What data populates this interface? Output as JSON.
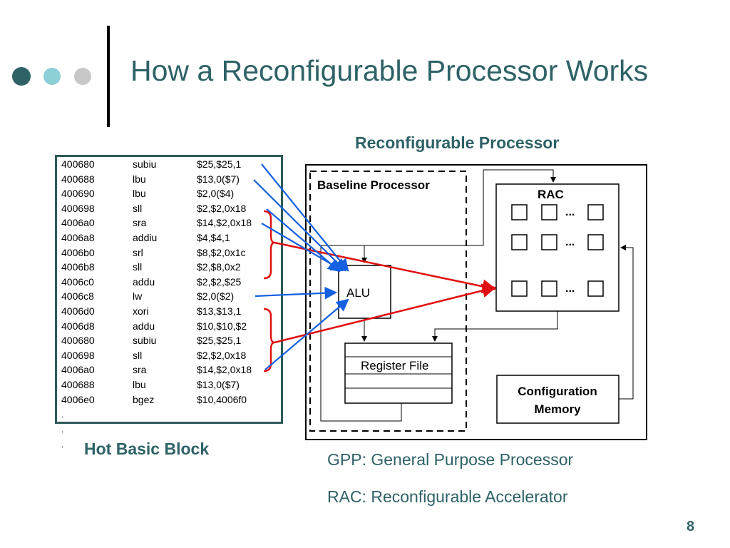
{
  "slide": {
    "title": "How a Reconfigurable Processor Works",
    "page_number": "8"
  },
  "bullets": {
    "colors": [
      "#2e6267",
      "#8ccfd4",
      "#c8c8c8"
    ]
  },
  "colors": {
    "accent_teal": "#2e6267",
    "arrow_blue": "#1560e0",
    "arrow_red": "#e01010"
  },
  "code": {
    "lines": [
      {
        "addr": "400680",
        "op": "subiu",
        "args": "$25,$25,1"
      },
      {
        "addr": "400688",
        "op": "lbu",
        "args": "$13,0($7)"
      },
      {
        "addr": "400690",
        "op": "lbu",
        "args": "$2,0($4)"
      },
      {
        "addr": "400698",
        "op": "sll",
        "args": "$2,$2,0x18"
      },
      {
        "addr": "4006a0",
        "op": "sra",
        "args": "$14,$2,0x18"
      },
      {
        "addr": "4006a8",
        "op": "addiu",
        "args": "$4,$4,1"
      },
      {
        "addr": "4006b0",
        "op": "srl",
        "args": "$8,$2,0x1c"
      },
      {
        "addr": "4006b8",
        "op": "sll",
        "args": "$2,$8,0x2"
      },
      {
        "addr": "4006c0",
        "op": "addu",
        "args": "$2,$2,$25"
      },
      {
        "addr": "4006c8",
        "op": "lw",
        "args": "$2,0($2)"
      },
      {
        "addr": "4006d0",
        "op": "xori",
        "args": "$13,$13,1"
      },
      {
        "addr": "4006d8",
        "op": "addu",
        "args": "$10,$10,$2"
      },
      {
        "addr": "400680",
        "op": "subiu",
        "args": "$25,$25,1"
      },
      {
        "addr": "400698",
        "op": "sll",
        "args": "$2,$2,0x18"
      },
      {
        "addr": "4006a0",
        "op": "sra",
        "args": "$14,$2,0x18"
      },
      {
        "addr": "400688",
        "op": "lbu",
        "args": "$13,0($7)"
      },
      {
        "addr": "4006e0",
        "op": "bgez",
        "args": "$10,4006f0"
      }
    ],
    "ellipsis": [
      ".",
      ".",
      "."
    ],
    "hot_basic_block_label": "Hot Basic Block"
  },
  "diagram": {
    "title": "Reconfigurable Processor",
    "baseline_label": "Baseline Processor",
    "alu_label": "ALU",
    "register_file_label": "Register File",
    "rac_label": "RAC",
    "rac_ellipsis": "...",
    "config_memory_label_1": "Configuration",
    "config_memory_label_2": "Memory"
  },
  "legend": {
    "gpp": "GPP: General Purpose Processor",
    "rac": "RAC: Reconfigurable Accelerator"
  }
}
